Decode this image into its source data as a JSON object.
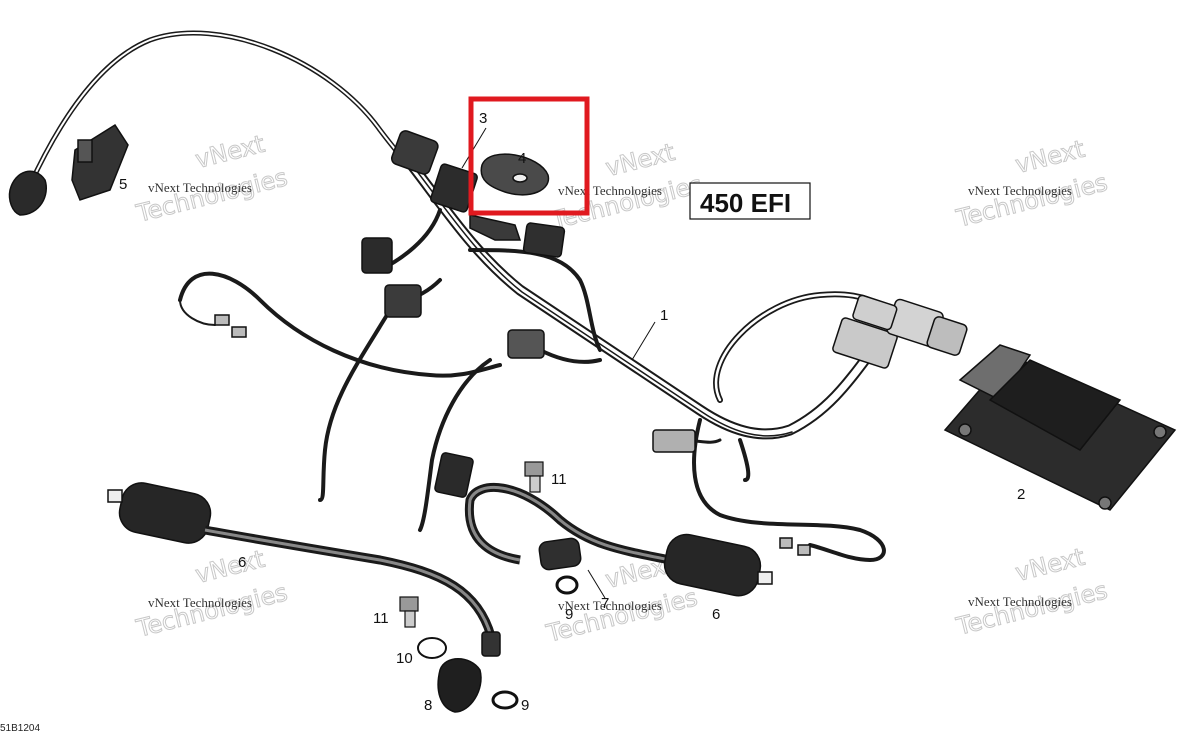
{
  "model_label": "450 EFI",
  "figure_code": "51B1204",
  "watermark": {
    "brand": "vNext Technologies",
    "line1": "vNext",
    "line2": "Technologies"
  },
  "callouts": {
    "c1": "1",
    "c2": "2",
    "c3": "3",
    "c4": "4",
    "c5": "5",
    "c6a": "6",
    "c6b": "6",
    "c7": "7",
    "c8": "8",
    "c9a": "9",
    "c9b": "9",
    "c10": "10",
    "c11a": "11",
    "c11b": "11"
  },
  "highlight": {
    "color": "#e0191f",
    "target_callout": "4"
  }
}
